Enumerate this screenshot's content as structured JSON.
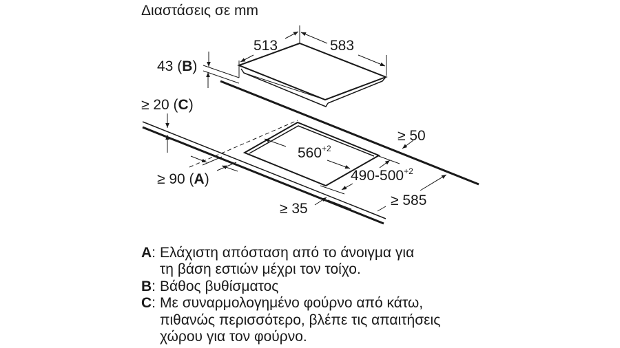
{
  "title": "Διαστάσεις σε mm",
  "dimensions": {
    "hob_depth": "513",
    "hob_width": "583",
    "hob_height": "43",
    "hob_height_ref": "B",
    "wall_clearance_top": "≥ 20",
    "wall_clearance_top_ref": "C",
    "front_edge_gap": "≥ 90",
    "front_edge_gap_ref": "A",
    "cutout_width": "560",
    "cutout_width_tol": "+2",
    "cutout_depth": "490-500",
    "cutout_depth_tol": "+2",
    "rear_gap": "≥ 50",
    "worktop_depth": "≥ 585",
    "front_gap": "≥ 35"
  },
  "legend": [
    {
      "key": "A",
      "text": "Ελάχιστη απόσταση από το άνοιγμα για\nτη βάση εστιών μέχρι τον τοίχο."
    },
    {
      "key": "B",
      "text": "Βάθος βυθίσματος"
    },
    {
      "key": "C",
      "text": "Με συναρμολογημένο φούρνο από κάτω,\nπιθανώς περισσότερο, βλέπε τις απαιτήσεις\nχώρου για τον φούρνο."
    }
  ]
}
